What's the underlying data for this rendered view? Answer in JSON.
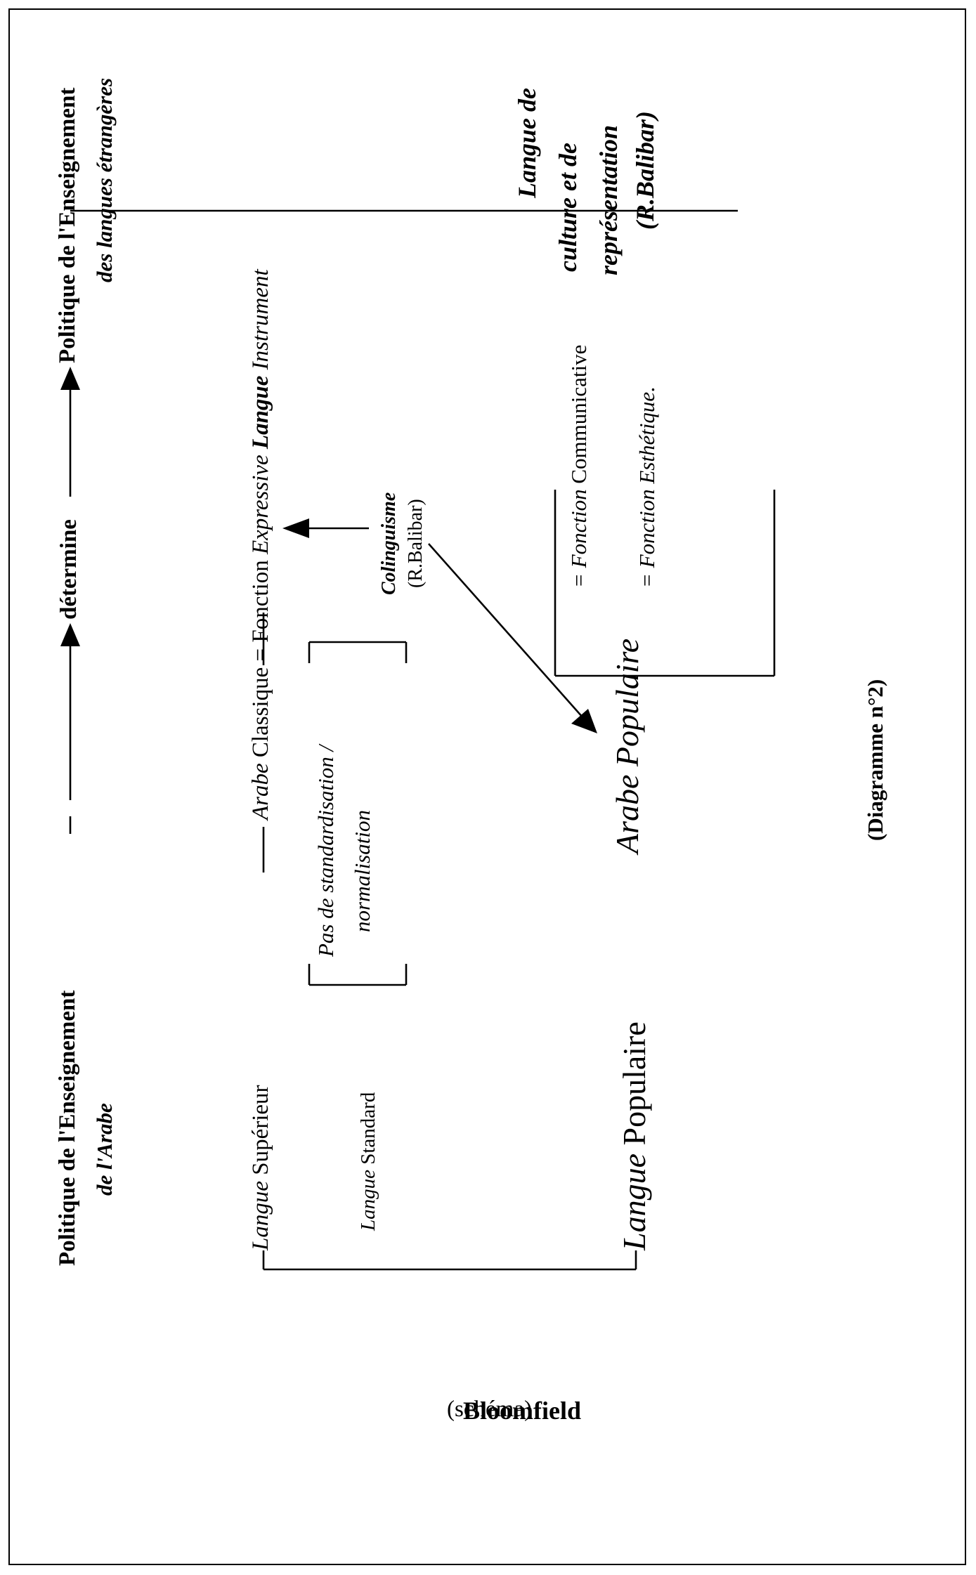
{
  "policy": {
    "left_line1": "Politique de l'Enseignement",
    "left_line2": "de l'Arabe",
    "verb": "détermine",
    "right_line1": "Politique de l'Enseignement",
    "right_line2": "des langues étrangères"
  },
  "langue_superieur": {
    "langue": "Langue",
    "superieur": "Supérieur"
  },
  "arabe_classique": {
    "arabe": "Arabe",
    "classique": "Classique",
    "equals": "=",
    "fonction": "Fonction",
    "expressive": "Expressive",
    "langue": "Langue",
    "instrument": "Instrument"
  },
  "langue_standard": {
    "langue": "Langue",
    "standard": "Standard"
  },
  "standardisation": {
    "line1": "Pas de standardisation /",
    "line2": "normalisation"
  },
  "colinguisme": {
    "label": "Colinguisme",
    "source": "(R.Balibar)"
  },
  "langue_populaire": {
    "langue": "Langue",
    "populaire": "Populaire"
  },
  "arabe_populaire": "Arabe Populaire",
  "fonctions": {
    "communicative_prefix": "= Fonction",
    "communicative": "Communicative",
    "esthetique": "= Fonction Esthétique."
  },
  "langue_culture": {
    "line1": "Langue de",
    "line2": "culture et de",
    "line3": "représentation",
    "line4": "(R.Balibar)"
  },
  "caption": "(Diagramme n°2)",
  "bloomfield": {
    "name": "Bloomfield",
    "schema": "(schéma)"
  }
}
